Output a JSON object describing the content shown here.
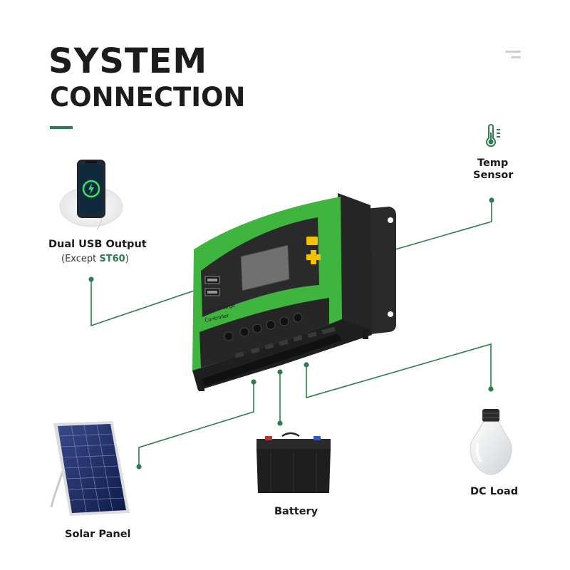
{
  "header": {
    "title_line1": "SYSTEM",
    "title_line2": "CONNECTION"
  },
  "colors": {
    "accent": "#2e7d4f",
    "controller_green": "#3fb53f",
    "controller_dark": "#2b2b2b",
    "button_yellow": "#f2c200"
  },
  "icons": {
    "menu": "menu-icon",
    "temp": "thermometer-icon"
  },
  "components": {
    "usb": {
      "label": "Dual USB Output",
      "note_prefix": "(Except ",
      "note_model": "ST60",
      "note_suffix": ")"
    },
    "temp": {
      "label_line1": "Temp",
      "label_line2": "Sensor"
    },
    "solar": {
      "label": "Solar Panel"
    },
    "battery": {
      "label": "Battery"
    },
    "load": {
      "label": "DC Load"
    }
  },
  "controller": {
    "label_line1": "Solar Charge",
    "label_line2": "Controller"
  }
}
